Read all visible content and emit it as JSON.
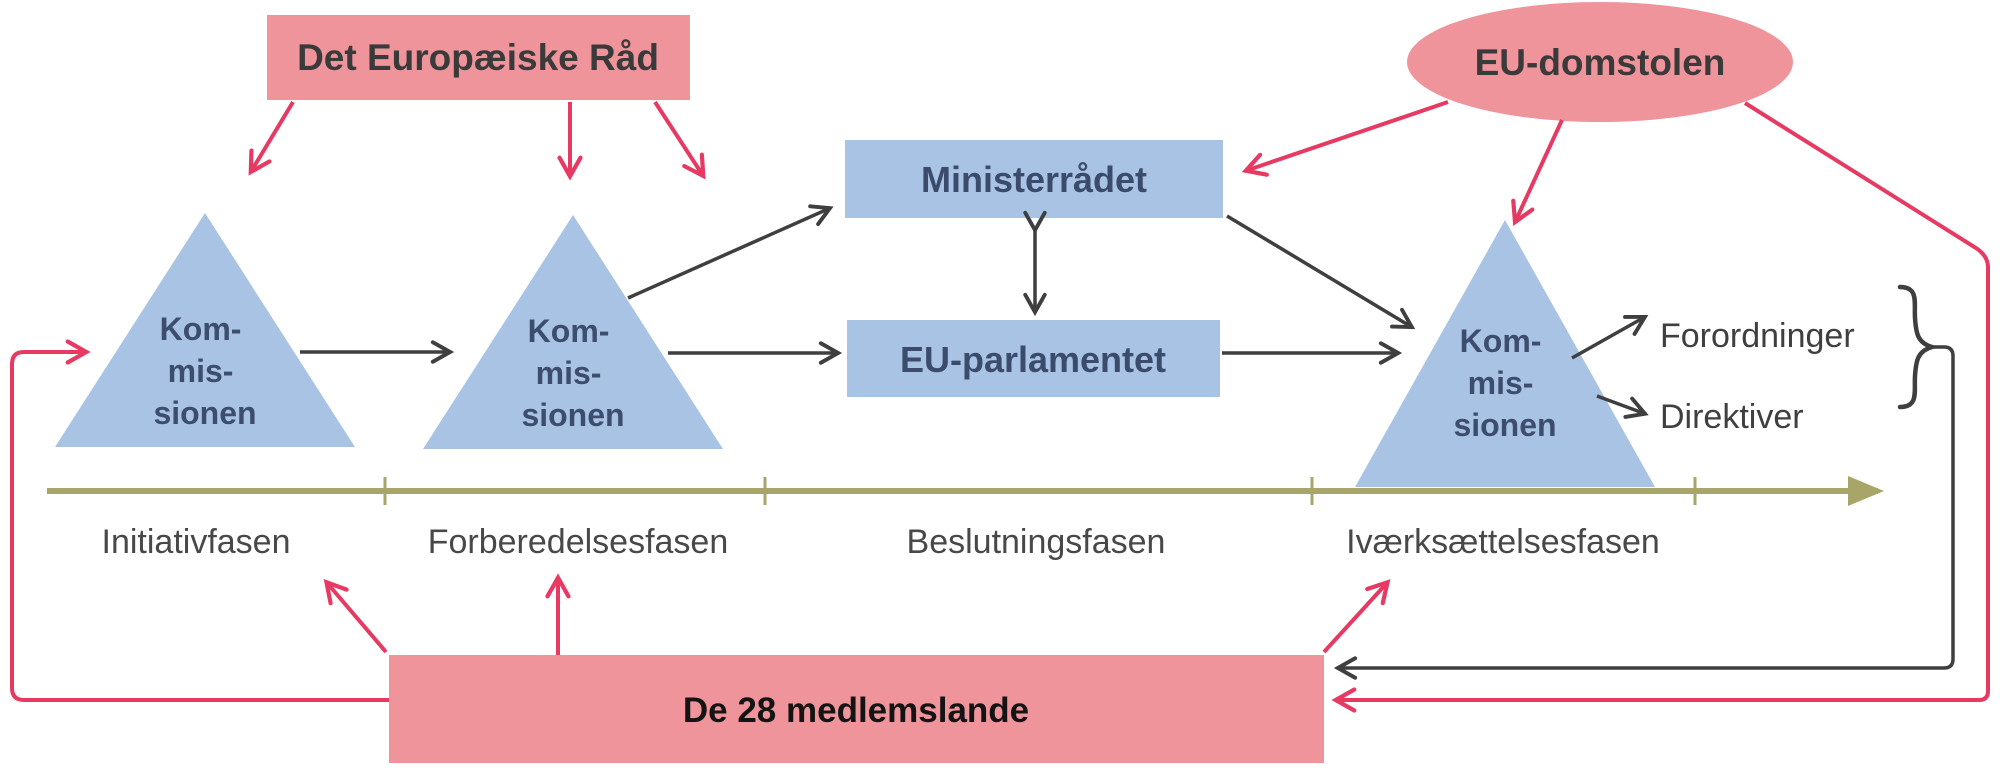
{
  "diagram": {
    "top_council": {
      "label": "Det Europæiske Råd"
    },
    "court": {
      "label": "EU-domstolen"
    },
    "institutions": {
      "ministerraadet": "Ministerrådet",
      "eu_parlamentet": "EU-parlamentet"
    },
    "commission_triangles": [
      {
        "lines": [
          "Kom-",
          "mis-",
          "sionen"
        ]
      },
      {
        "lines": [
          "Kom-",
          "mis-",
          "sionen"
        ]
      },
      {
        "lines": [
          "Kom-",
          "mis-",
          "sionen"
        ]
      }
    ],
    "outputs": {
      "forordninger": "Forordninger",
      "direktiver": "Direktiver"
    },
    "timeline_phases": [
      "Initiativfasen",
      "Forberedelsesfasen",
      "Beslutningsfasen",
      "Iværksættelsesfasen"
    ],
    "member_states": {
      "label": "De 28 medlemslande"
    },
    "colors": {
      "pink_fill": "#ef949b",
      "pink_arrow": "#e73a62",
      "blue_fill": "#a9c3e4",
      "blue_text": "#3d4d6d",
      "black_arrow": "#3f3f3f",
      "olive_timeline": "#a8a569"
    }
  }
}
